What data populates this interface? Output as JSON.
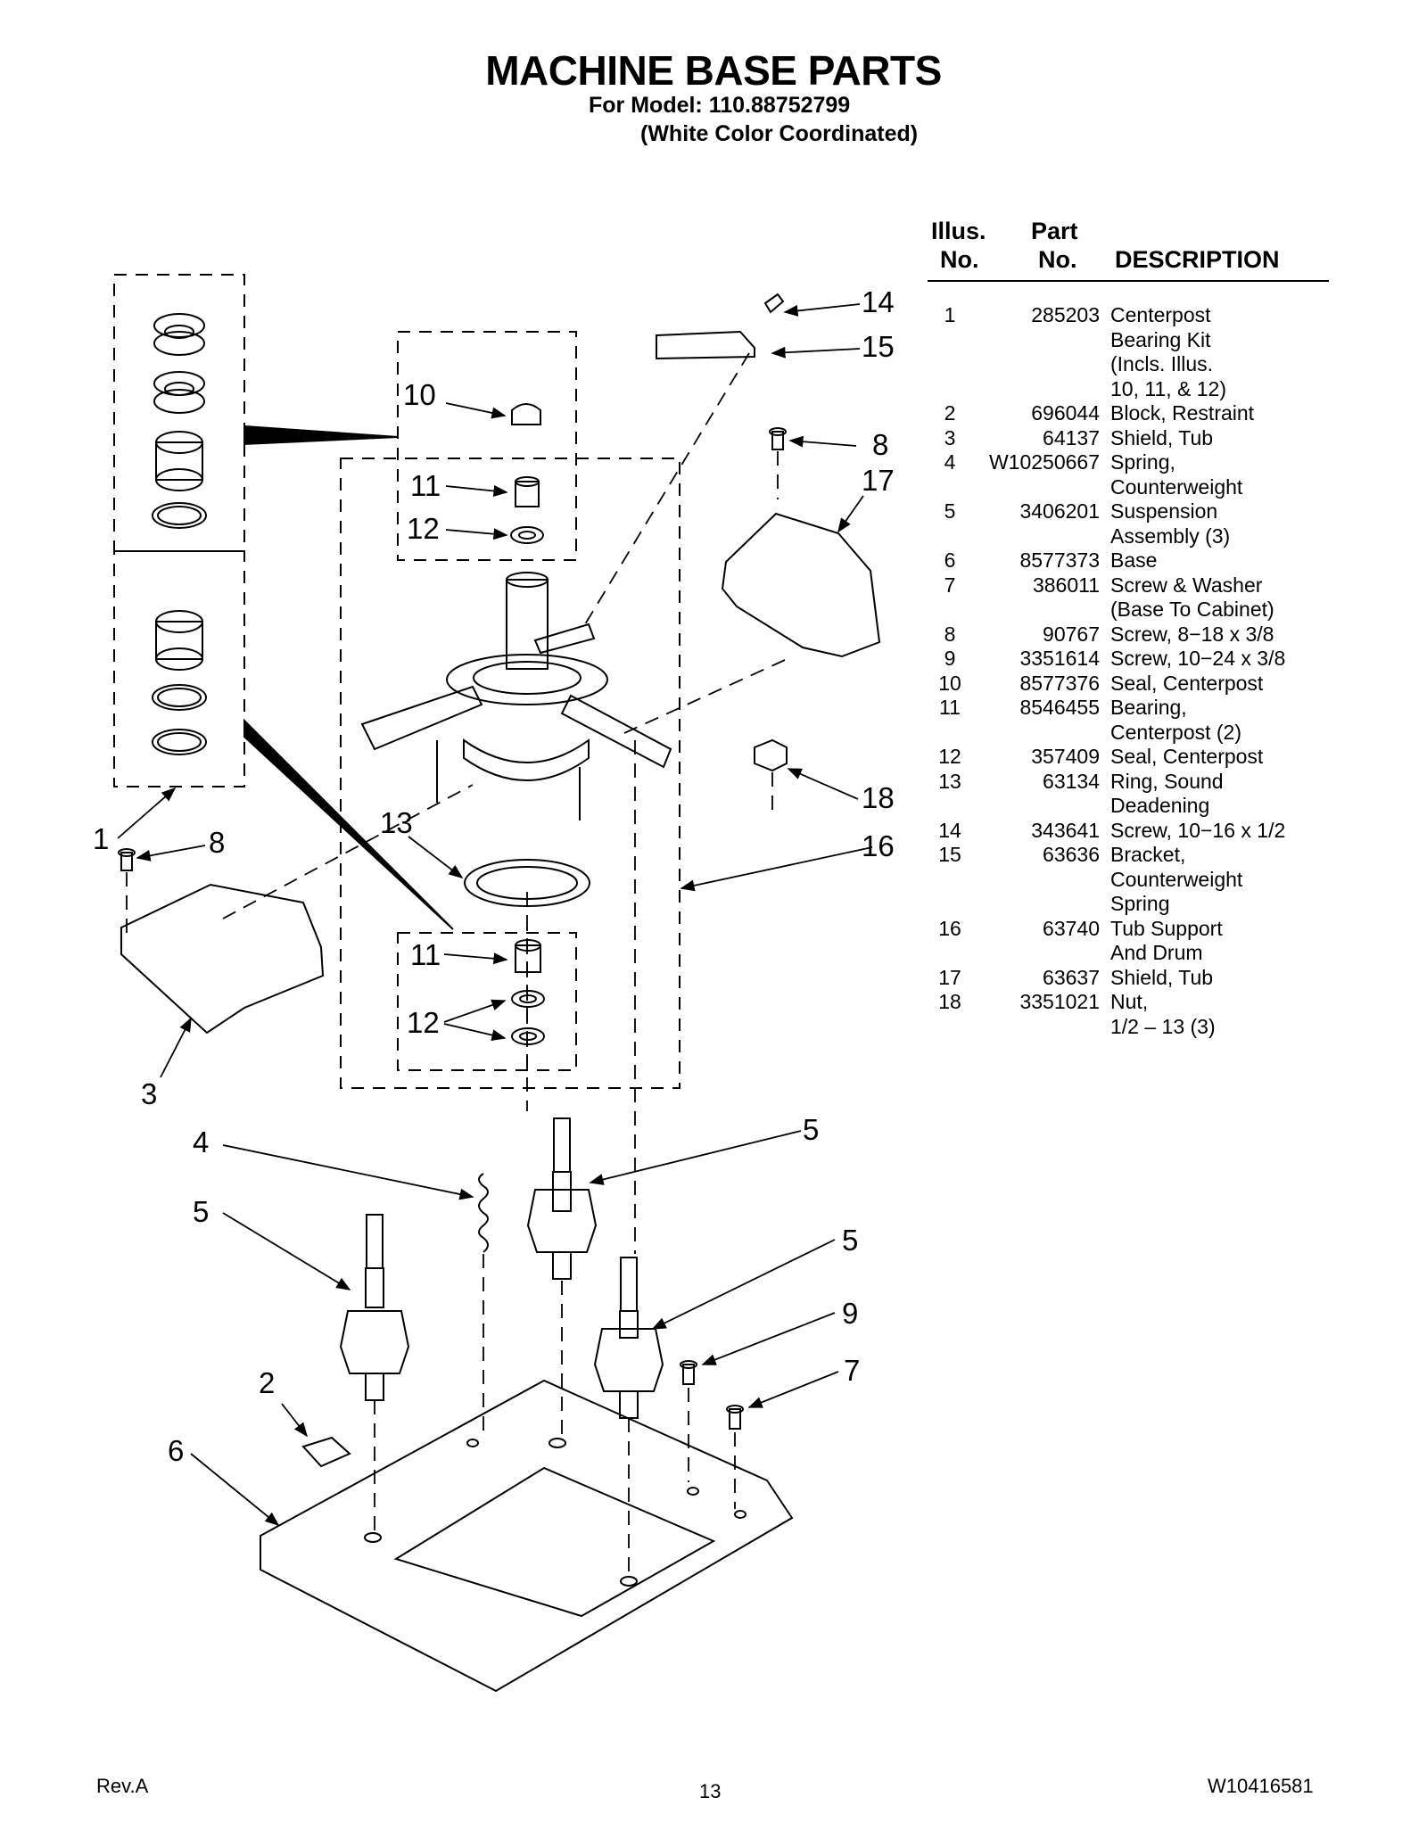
{
  "header": {
    "title": "MACHINE BASE PARTS",
    "model_line": "For Model: 110.88752799",
    "color_line": "(White Color Coordinated)"
  },
  "table": {
    "col_illus": [
      "Illus.",
      "No."
    ],
    "col_part": [
      "Part",
      "No."
    ],
    "col_desc": "DESCRIPTION",
    "rows": [
      {
        "illus": "1",
        "part": "285203",
        "desc": [
          "Centerpost",
          "Bearing Kit",
          "(Incls. Illus.",
          "10, 11, & 12)"
        ]
      },
      {
        "illus": "2",
        "part": "696044",
        "desc": [
          "Block, Restraint"
        ]
      },
      {
        "illus": "3",
        "part": "64137",
        "desc": [
          "Shield, Tub"
        ]
      },
      {
        "illus": "4",
        "part": "W10250667",
        "desc": [
          "Spring,",
          "Counterweight"
        ]
      },
      {
        "illus": "5",
        "part": "3406201",
        "desc": [
          "Suspension",
          "Assembly (3)"
        ]
      },
      {
        "illus": "6",
        "part": "8577373",
        "desc": [
          "Base"
        ]
      },
      {
        "illus": "7",
        "part": "386011",
        "desc": [
          "Screw & Washer",
          "(Base To Cabinet)"
        ]
      },
      {
        "illus": "8",
        "part": "90767",
        "desc": [
          "Screw, 8−18 x 3/8"
        ]
      },
      {
        "illus": "9",
        "part": "3351614",
        "desc": [
          "Screw, 10−24 x 3/8"
        ]
      },
      {
        "illus": "10",
        "part": "8577376",
        "desc": [
          "Seal, Centerpost"
        ]
      },
      {
        "illus": "11",
        "part": "8546455",
        "desc": [
          "Bearing,",
          "Centerpost (2)"
        ]
      },
      {
        "illus": "12",
        "part": "357409",
        "desc": [
          "Seal, Centerpost"
        ]
      },
      {
        "illus": "13",
        "part": "63134",
        "desc": [
          "Ring, Sound",
          "Deadening"
        ]
      },
      {
        "illus": "14",
        "part": "343641",
        "desc": [
          "Screw, 10−16 x 1/2"
        ]
      },
      {
        "illus": "15",
        "part": "63636",
        "desc": [
          "Bracket,",
          "Counterweight",
          "Spring"
        ]
      },
      {
        "illus": "16",
        "part": "63740",
        "desc": [
          "Tub Support",
          "And Drum"
        ]
      },
      {
        "illus": "17",
        "part": "63637",
        "desc": [
          "Shield, Tub"
        ]
      },
      {
        "illus": "18",
        "part": "3351021",
        "desc": [
          "Nut,",
          "1/2 – 13 (3)"
        ]
      }
    ]
  },
  "callouts": {
    "c1": "1",
    "c2": "2",
    "c3": "3",
    "c4": "4",
    "c5a": "5",
    "c5b": "5",
    "c5c": "5",
    "c6": "6",
    "c7": "7",
    "c8a": "8",
    "c8b": "8",
    "c9": "9",
    "c10": "10",
    "c11a": "11",
    "c11b": "11",
    "c12a": "12",
    "c12b": "12",
    "c13": "13",
    "c14": "14",
    "c15": "15",
    "c16": "16",
    "c17": "17",
    "c18": "18"
  },
  "footer": {
    "rev": "Rev.A",
    "page": "13",
    "doc": "W10416581"
  }
}
